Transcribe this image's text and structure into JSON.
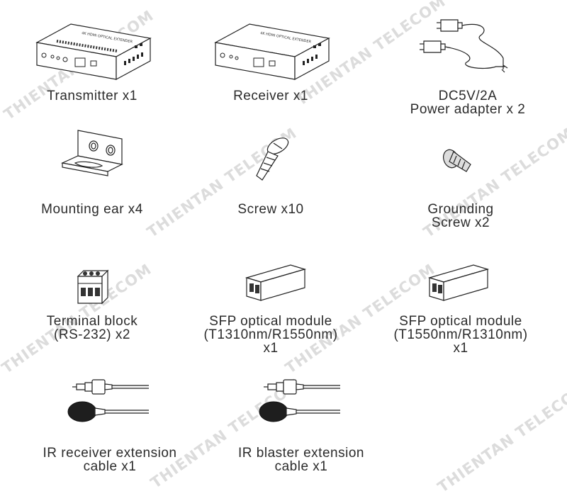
{
  "items": {
    "transmitter": [
      "Transmitter x1"
    ],
    "receiver": [
      "Receiver x1"
    ],
    "adapter": [
      "DC5V/2A",
      "Power adapter x 2"
    ],
    "ear": [
      "Mounting ear x4"
    ],
    "screw": [
      "Screw x10"
    ],
    "ground": [
      "Grounding",
      "Screw x2"
    ],
    "terminal": [
      "Terminal block",
      "(RS-232) x2"
    ],
    "sfp1": [
      "SFP optical module",
      "(T1310nm/R1550nm)",
      "x1"
    ],
    "sfp2": [
      "SFP optical module",
      "(T1550nm/R1310nm)",
      "x1"
    ],
    "irrx": [
      "IR receiver extension",
      "cable x1"
    ],
    "irtx": [
      "IR blaster extension",
      "cable x1"
    ]
  },
  "watermark": "THIENTAN TELECOM",
  "icons": [
    "extender-device-icon",
    "power-adapter-icon",
    "mounting-ear-icon",
    "screw-icon",
    "grounding-screw-icon",
    "terminal-block-icon",
    "sfp-module-icon",
    "ir-cable-icon"
  ]
}
